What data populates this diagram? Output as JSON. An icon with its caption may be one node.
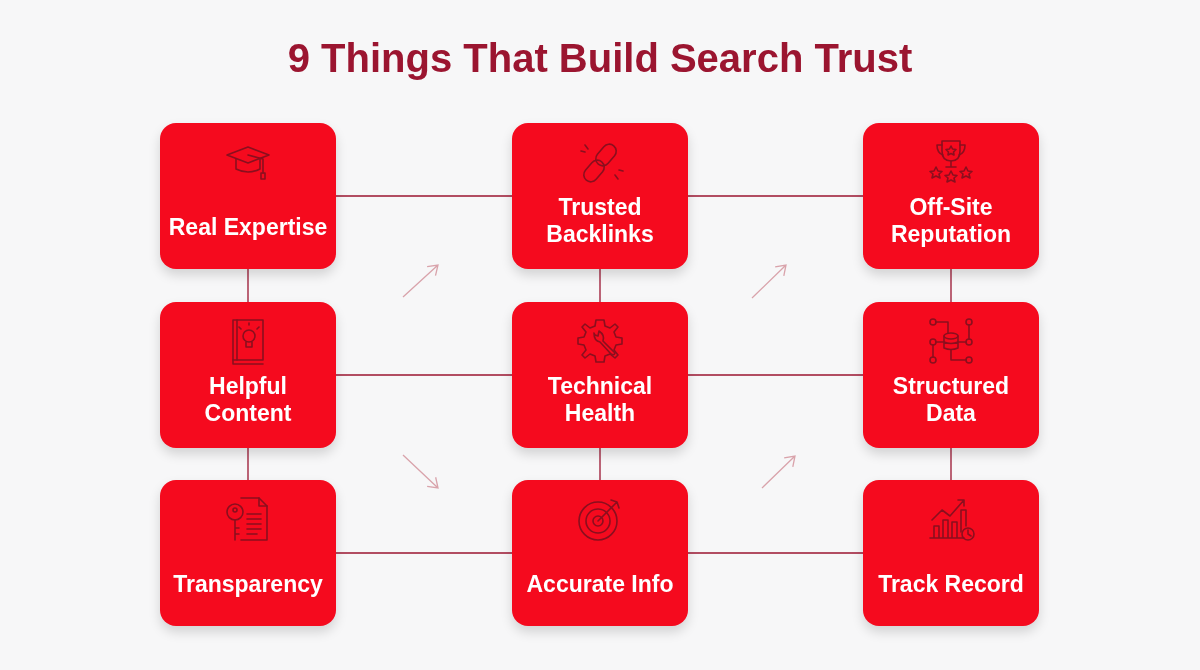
{
  "diagram": {
    "title": "9 Things That Build Search Trust",
    "nodes": [
      {
        "text": [
          "Real Expertise"
        ]
      },
      {
        "text": [
          "Trusted Backlinks"
        ]
      },
      {
        "text": [
          "Off-Site Reputation"
        ]
      },
      {
        "text": [
          "Helpful Content"
        ]
      },
      {
        "text": [
          "Technical Health"
        ]
      },
      {
        "text": [
          "Structured Data"
        ]
      },
      {
        "text": [
          "Transparency"
        ]
      },
      {
        "text": [
          "Accurate Info"
        ]
      },
      {
        "text": [
          "Track Record"
        ]
      }
    ],
    "edges": [
      {
        "from": 0,
        "to": 1,
        "arrow": "none"
      },
      {
        "from": 1,
        "to": 2,
        "arrow": "none"
      },
      {
        "from": 3,
        "to": 4,
        "arrow": "none"
      },
      {
        "from": 4,
        "to": 5,
        "arrow": "none"
      },
      {
        "from": 6,
        "to": 7,
        "arrow": "none"
      },
      {
        "from": 7,
        "to": 8,
        "arrow": "none"
      },
      {
        "from": 0,
        "to": 3,
        "arrow": "none"
      },
      {
        "from": 3,
        "to": 6,
        "arrow": "none"
      },
      {
        "from": 1,
        "to": 4,
        "arrow": "none"
      },
      {
        "from": 4,
        "to": 7,
        "arrow": "none"
      },
      {
        "from": 2,
        "to": 5,
        "arrow": "none"
      },
      {
        "from": 5,
        "to": 8,
        "arrow": "none"
      }
    ]
  }
}
